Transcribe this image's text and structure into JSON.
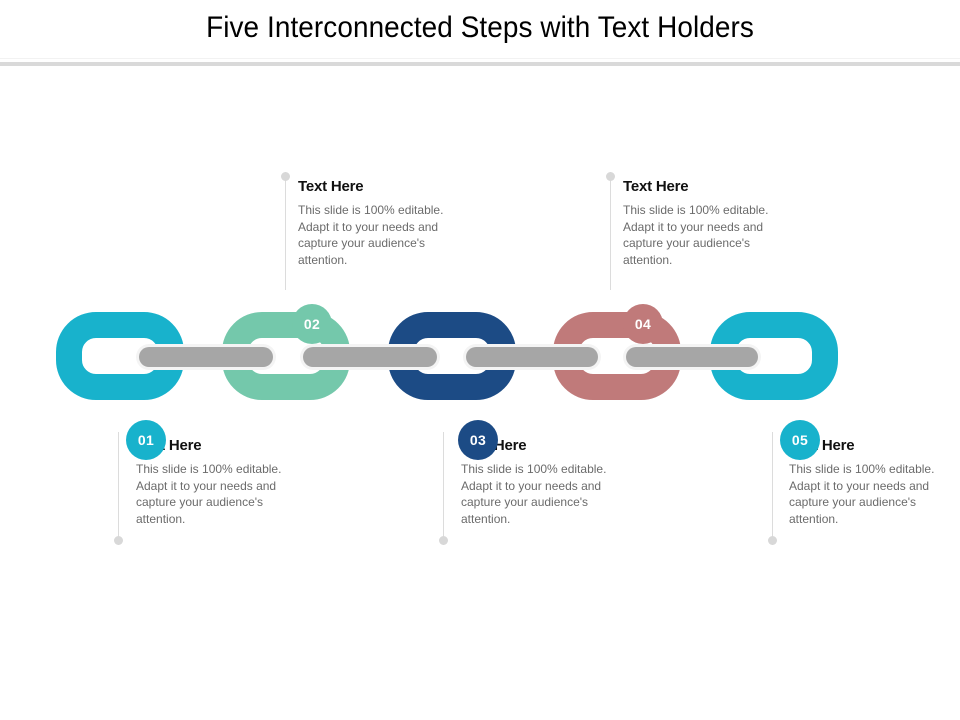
{
  "header": {
    "title": "Five Interconnected Steps with Text Holders"
  },
  "colors": {
    "link_01": "#18b2cc",
    "link_02": "#74c8ab",
    "link_03": "#1c4b85",
    "link_04": "#c07a7a",
    "link_05": "#18b2cc",
    "rod": "#a6a6a6",
    "connector_line": "#dcdcdc",
    "connector_dot": "#d8d8d8",
    "title_text": "#000000",
    "body_text": "#6b6b6b",
    "divider": "#d9d9d9"
  },
  "steps": [
    {
      "number": "01",
      "badge_position": "bottom",
      "text_position": "below",
      "color": "#18b2cc",
      "title": "Text Here",
      "body": "This slide is 100% editable. Adapt it to your needs and capture your audience's attention."
    },
    {
      "number": "02",
      "badge_position": "top",
      "text_position": "above",
      "color": "#74c8ab",
      "title": "Text Here",
      "body": "This slide is 100% editable. Adapt it to your needs and capture your audience's attention."
    },
    {
      "number": "03",
      "badge_position": "bottom",
      "text_position": "below",
      "color": "#1c4b85",
      "title": "Text Here",
      "body": "This slide is 100% editable. Adapt it to your needs and capture your audience's attention."
    },
    {
      "number": "04",
      "badge_position": "top",
      "text_position": "above",
      "color": "#c07a7a",
      "title": "Text Here",
      "body": "This slide is 100% editable. Adapt it to your needs and capture your audience's attention."
    },
    {
      "number": "05",
      "badge_position": "bottom",
      "text_position": "below",
      "color": "#18b2cc",
      "title": "Text Here",
      "body": "This slide is 100% editable. Adapt it to your needs and capture your audience's attention."
    }
  ]
}
